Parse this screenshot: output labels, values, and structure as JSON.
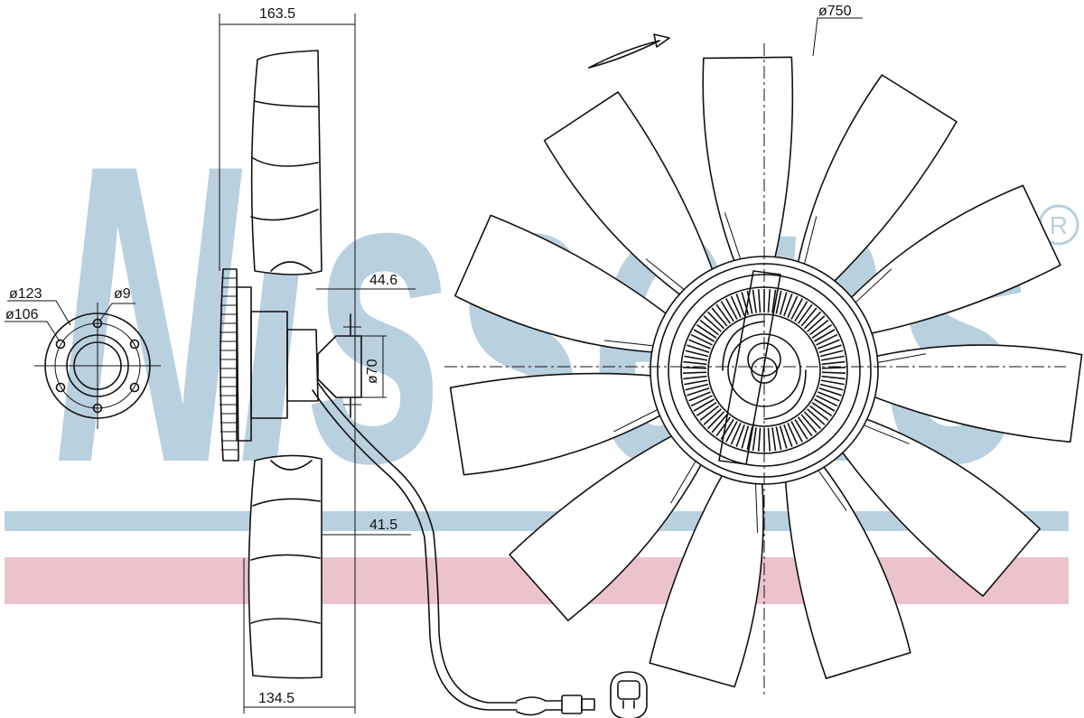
{
  "brand": {
    "logo_text": "Nissens",
    "registered_mark": "®",
    "logo_color": "#b9d0df",
    "stripe_blue": "#b9d0df",
    "stripe_pink": "#ecc3cc"
  },
  "dimensions": {
    "hub_outer_diameter": "ø123",
    "hub_bolt_circle_diameter": "ø106",
    "hub_bolt_hole_diameter": "ø9",
    "overall_depth": "163.5",
    "blade_depth": "134.5",
    "hub_offset": "44.6",
    "blade_offset": "41.5",
    "pilot_diameter": "ø70",
    "fan_diameter": "ø750"
  },
  "fan": {
    "blade_count": 11,
    "rotation_direction": "clockwise"
  }
}
